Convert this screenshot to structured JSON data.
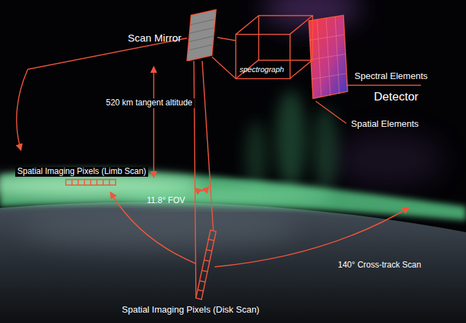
{
  "diagram": {
    "nodes": [
      {
        "text": [
          "Scan Mirror"
        ]
      },
      {
        "text": [
          "spectrograph"
        ]
      }
    ],
    "edges": [
      {
        "from": 0,
        "to": 1,
        "arrow": "none"
      }
    ],
    "labels": [
      "Spectral Elements",
      "Detector",
      "Spatial Elements",
      "520 km tangent altitude",
      "Spatial Imaging Pixels (Limb Scan)",
      "11.8° FOV",
      "140° Cross-track Scan",
      "Spatial Imaging Pixels (Disk Scan)"
    ]
  }
}
